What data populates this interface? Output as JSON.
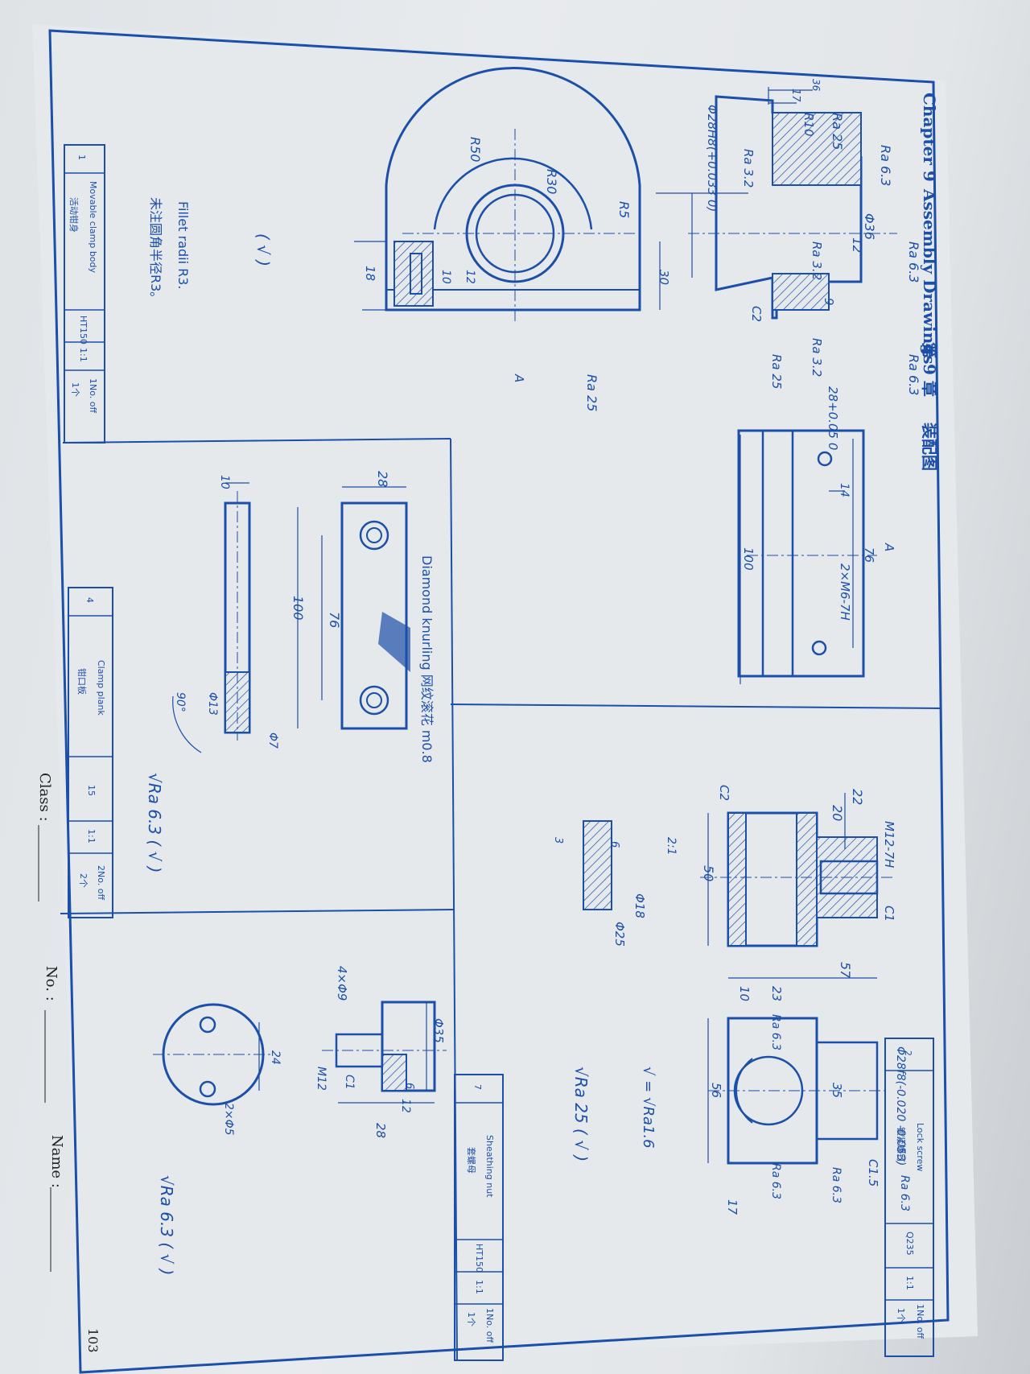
{
  "header": {
    "chapter": "Chapter 9",
    "title_en": "Assembly Drawings",
    "chapter_cn": "第 9 章",
    "title_cn": "装配图"
  },
  "part1": {
    "labels": {
      "ra63_a": "Ra 6.3",
      "ra25_a": "Ra 25",
      "r10": "R10",
      "d28h8": "Φ28H8(+0.033 0)",
      "ra32_a": "Ra 3.2",
      "d36": "Φ36",
      "ra63_b": "Ra 6.3",
      "ra32_b": "Ra 3.2",
      "dim12": "12",
      "dim9": "9",
      "ra32_c": "Ra 3.2",
      "c2": "C2",
      "ra25_b": "Ra 25",
      "ra63_c": "Ra 6.3",
      "dim28": "28+0.05 0",
      "dim36": "36",
      "dim17": "17",
      "r50": "R50",
      "r30": "R30",
      "r5": "R5",
      "dim30": "30",
      "dim18": "18",
      "dim10": "10",
      "dim12b": "12",
      "sectionA": "A",
      "ra25_c": "Ra 25",
      "dim100": "100",
      "dim76": "76",
      "dim14": "14",
      "m6": "2×M6-7H",
      "viewA": "A",
      "general_rough": "( √ )",
      "fillet_en": "Fillet radii R3.",
      "fillet_cn": "未注圆角半径R3。"
    },
    "title_block": {
      "no": "1",
      "name_en": "Movable clamp body",
      "name_cn": "活动钳身",
      "material": "HT150",
      "scale": "1:1",
      "qty_en": "1No. off",
      "qty_cn": "1个"
    }
  },
  "part2": {
    "labels": {
      "m12": "M12-7H",
      "dim22": "22",
      "dim20": "20",
      "c2": "C2",
      "dim50": "50",
      "c1": "C1",
      "scale21": "2:1",
      "dim3": "3",
      "dim6": "6",
      "d18": "Φ18",
      "d25": "Φ25",
      "dim57": "57",
      "dim10": "10",
      "dim23": "23",
      "ra63_a": "Ra 6.3",
      "d28f8": "Φ28f8(-0.020 -0.053)",
      "dim35": "35",
      "dim56": "56",
      "c15": "C1.5",
      "ra63_b": "Ra 6.3",
      "ra63_c": "Ra 6.3",
      "ra63_d": "Ra 6.3",
      "dim17": "17",
      "equiv": "√ = √Ra1.6",
      "general_rough": "√Ra 25 ( √ )"
    },
    "title_block": {
      "no": "7",
      "name_en": "Sheathing nut",
      "name_cn": "套螺母",
      "material": "HT150",
      "scale": "1:1",
      "qty_en": "1No. off",
      "qty_cn": "1个"
    }
  },
  "part3": {
    "labels": {
      "knurl": "Diamond knurling 网纹滚花 m0.8",
      "dim28": "28",
      "dim100": "100",
      "dim76": "76",
      "dim10": "10",
      "d13": "Φ13",
      "d7": "Φ7",
      "deg90": "90°",
      "general_rough": "√Ra 6.3 ( √ )"
    },
    "title_block": {
      "no": "4",
      "name_en": "Clamp plank",
      "name_cn": "钳口板",
      "material": "15",
      "scale": "1:1",
      "qty_en": "2No. off",
      "qty_cn": "2个"
    }
  },
  "part4": {
    "labels": {
      "holes": "4×Φ9",
      "d35": "Φ35",
      "m12": "M12",
      "c1": "C1",
      "dim6": "6",
      "dim12": "12",
      "dim28": "28",
      "dim24": "24",
      "d5": "2×Φ5",
      "general_rough": "√Ra 6.3 ( √ )"
    },
    "title_block": {
      "no": "2",
      "name_en": "Lock screw",
      "name_cn": "锁紧螺钉",
      "material": "Q235",
      "scale": "1:1",
      "qty_en": "1No. off",
      "qty_cn": "1个"
    }
  },
  "footer": {
    "class_label": "Class :",
    "no_label": "No. :",
    "name_label": "Name :",
    "page": "103"
  }
}
